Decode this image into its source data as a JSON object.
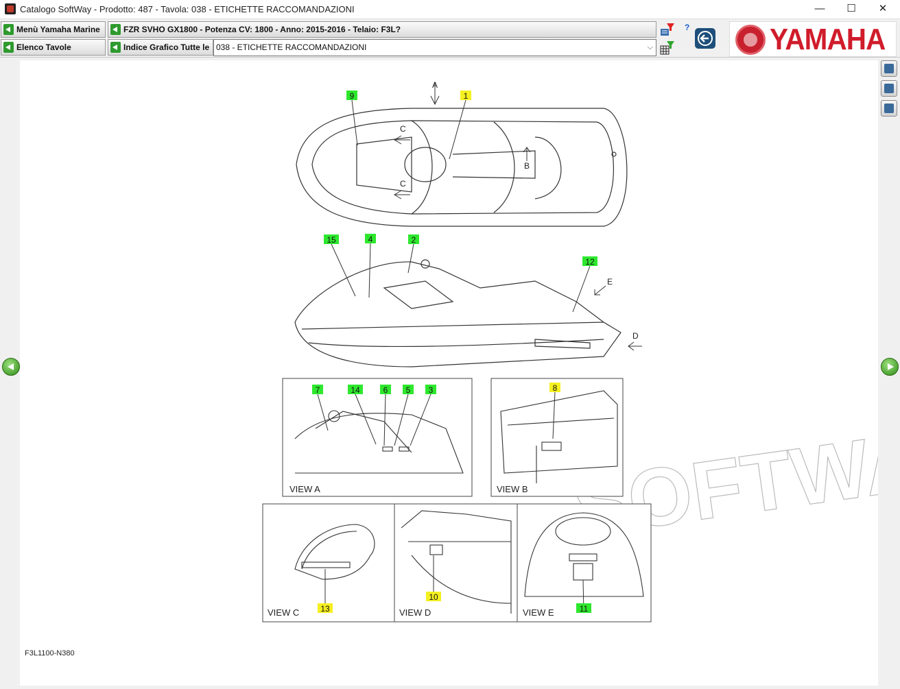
{
  "window": {
    "title": "Catalogo SoftWay - Prodotto: 487 - Tavola: 038 - ETICHETTE RACCOMANDAZIONI",
    "minimize": "—",
    "maximize": "☐",
    "close": "✕"
  },
  "toolbar": {
    "menu_button": "Menù Yamaha Marine",
    "model_button": "FZR SVHO GX1800 - Potenza CV: 1800 - Anno: 2015-2016 - Telaio: F3L?",
    "elenco_button": "Elenco Tavole",
    "indice_button": "Indice Grafico Tutte le",
    "table_select": "038 - ETICHETTE RACCOMANDAZIONI",
    "help": "?"
  },
  "logo": {
    "text": "YAMAHA",
    "color": "#d01c2b"
  },
  "diagram": {
    "code": "F3L1100-N380",
    "watermark": "SOFTWAY",
    "views": [
      "VIEW A",
      "VIEW B",
      "VIEW C",
      "VIEW D",
      "VIEW E"
    ],
    "arrows": [
      "A",
      "B",
      "C",
      "C",
      "D",
      "E"
    ],
    "callouts": [
      {
        "label": "9",
        "color": "#2ee82e"
      },
      {
        "label": "1",
        "color": "#f5f020"
      },
      {
        "label": "15",
        "color": "#2ee82e"
      },
      {
        "label": "4",
        "color": "#2ee82e"
      },
      {
        "label": "2",
        "color": "#2ee82e"
      },
      {
        "label": "12",
        "color": "#2ee82e"
      },
      {
        "label": "7",
        "color": "#2ee82e"
      },
      {
        "label": "14",
        "color": "#2ee82e"
      },
      {
        "label": "6",
        "color": "#2ee82e"
      },
      {
        "label": "5",
        "color": "#2ee82e"
      },
      {
        "label": "3",
        "color": "#2ee82e"
      },
      {
        "label": "8",
        "color": "#f5f020"
      },
      {
        "label": "13",
        "color": "#f5f020"
      },
      {
        "label": "10",
        "color": "#f5f020"
      },
      {
        "label": "11",
        "color": "#2ee82e"
      }
    ]
  }
}
